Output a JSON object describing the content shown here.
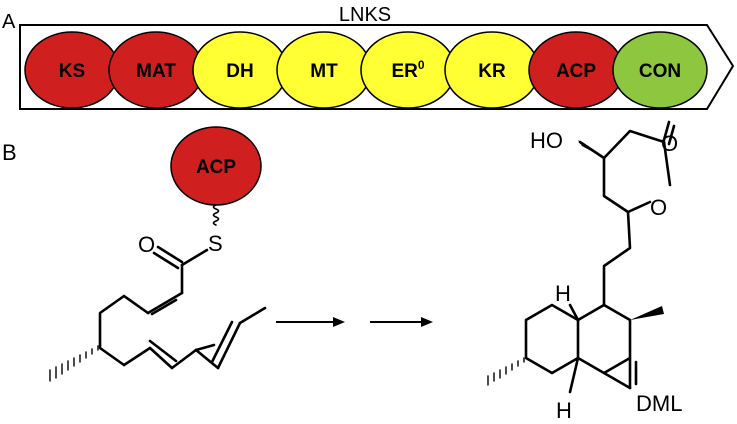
{
  "panel_a": {
    "label": "A",
    "title": "LNKS",
    "domains": [
      {
        "name": "KS",
        "color": "#d01f1f"
      },
      {
        "name": "MAT",
        "color": "#d01f1f"
      },
      {
        "name": "DH",
        "color": "#ffff33"
      },
      {
        "name": "MT",
        "color": "#ffff33"
      },
      {
        "name": "ER",
        "sup": "0",
        "color": "#ffff33"
      },
      {
        "name": "KR",
        "color": "#ffff33"
      },
      {
        "name": "ACP",
        "color": "#d01f1f"
      },
      {
        "name": "CON",
        "color": "#8dc63f"
      }
    ]
  },
  "panel_b": {
    "label": "B",
    "acp_label": "ACP",
    "acp_color": "#d01f1f",
    "atoms": {
      "oxo": "O",
      "sulfur": "S",
      "hydroxyl": "HO",
      "ring_oxygen": "O",
      "lactone_oxo": "O",
      "h_top": "H",
      "h_bottom": "H"
    },
    "product": "DML"
  }
}
